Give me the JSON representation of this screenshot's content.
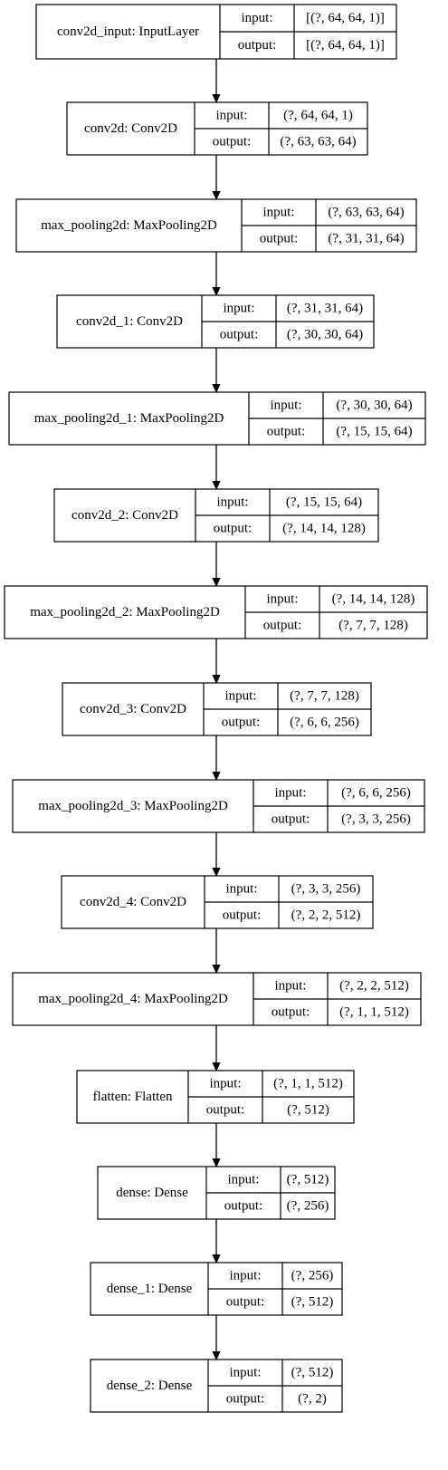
{
  "diagram": {
    "labels": {
      "input": "input:",
      "output": "output:"
    },
    "layers": [
      {
        "name": "conv2d_input: InputLayer",
        "input": "[(?, 64, 64, 1)]",
        "output": "[(?, 64, 64, 1)]"
      },
      {
        "name": "conv2d: Conv2D",
        "input": "(?, 64, 64, 1)",
        "output": "(?, 63, 63, 64)"
      },
      {
        "name": "max_pooling2d: MaxPooling2D",
        "input": "(?, 63, 63, 64)",
        "output": "(?, 31, 31, 64)"
      },
      {
        "name": "conv2d_1: Conv2D",
        "input": "(?, 31, 31, 64)",
        "output": "(?, 30, 30, 64)"
      },
      {
        "name": "max_pooling2d_1: MaxPooling2D",
        "input": "(?, 30, 30, 64)",
        "output": "(?, 15, 15, 64)"
      },
      {
        "name": "conv2d_2: Conv2D",
        "input": "(?, 15, 15, 64)",
        "output": "(?, 14, 14, 128)"
      },
      {
        "name": "max_pooling2d_2: MaxPooling2D",
        "input": "(?, 14, 14, 128)",
        "output": "(?, 7, 7, 128)"
      },
      {
        "name": "conv2d_3: Conv2D",
        "input": "(?, 7, 7, 128)",
        "output": "(?, 6, 6, 256)"
      },
      {
        "name": "max_pooling2d_3: MaxPooling2D",
        "input": "(?, 6, 6, 256)",
        "output": "(?, 3, 3, 256)"
      },
      {
        "name": "conv2d_4: Conv2D",
        "input": "(?, 3, 3, 256)",
        "output": "(?, 2, 2, 512)"
      },
      {
        "name": "max_pooling2d_4: MaxPooling2D",
        "input": "(?, 2, 2, 512)",
        "output": "(?, 1, 1, 512)"
      },
      {
        "name": "flatten: Flatten",
        "input": "(?, 1, 1, 512)",
        "output": "(?, 512)"
      },
      {
        "name": "dense: Dense",
        "input": "(?, 512)",
        "output": "(?, 256)"
      },
      {
        "name": "dense_1: Dense",
        "input": "(?, 256)",
        "output": "(?, 512)"
      },
      {
        "name": "dense_2: Dense",
        "input": "(?, 512)",
        "output": "(?, 2)"
      }
    ]
  }
}
